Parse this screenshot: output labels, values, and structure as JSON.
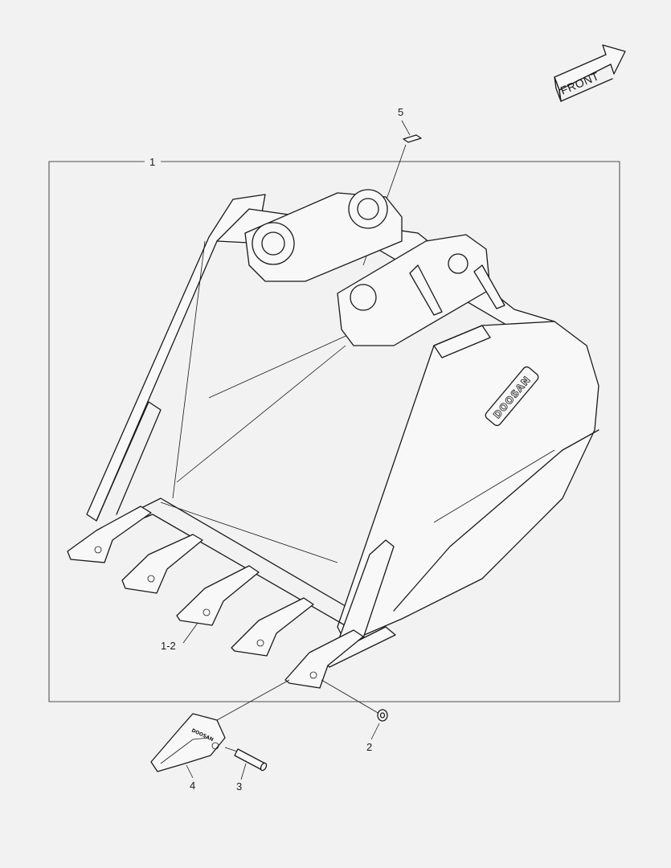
{
  "diagram": {
    "direction_label": "FRONT",
    "brand_label": "DOOSAN",
    "callouts": {
      "assembly": "1",
      "pin_lock": "2",
      "pin": "3",
      "tooth_point": "4",
      "shim": "5",
      "tooth_range": "1-2"
    }
  }
}
